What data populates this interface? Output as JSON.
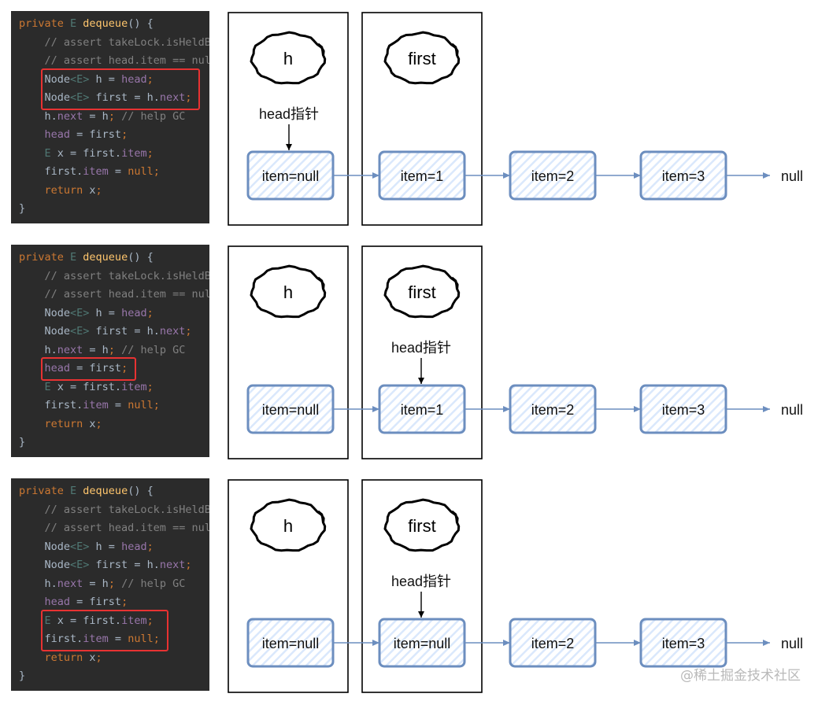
{
  "code": {
    "lines": [
      [
        [
          "kw",
          "private "
        ],
        [
          "generic",
          "E "
        ],
        [
          "fn",
          "dequeue"
        ],
        [
          "plain",
          "() {"
        ]
      ],
      [
        [
          "cmt",
          "    // assert takeLock.isHeldByCurrentThread();"
        ]
      ],
      [
        [
          "cmt",
          "    // assert head.item == null;"
        ]
      ],
      [
        [
          "plain",
          "    Node"
        ],
        [
          "generic",
          "<E>"
        ],
        [
          "plain",
          " h = "
        ],
        [
          "field",
          "head"
        ],
        [
          "kw",
          ";"
        ]
      ],
      [
        [
          "plain",
          "    Node"
        ],
        [
          "generic",
          "<E>"
        ],
        [
          "plain",
          " first = h."
        ],
        [
          "field",
          "next"
        ],
        [
          "kw",
          ";"
        ]
      ],
      [
        [
          "plain",
          "    h."
        ],
        [
          "field",
          "next"
        ],
        [
          "plain",
          " = h"
        ],
        [
          "kw",
          ";"
        ],
        [
          "cmt",
          " // help GC"
        ]
      ],
      [
        [
          "plain",
          "    "
        ],
        [
          "field",
          "head"
        ],
        [
          "plain",
          " = first"
        ],
        [
          "kw",
          ";"
        ]
      ],
      [
        [
          "plain",
          "    "
        ],
        [
          "generic",
          "E"
        ],
        [
          "plain",
          " x = first."
        ],
        [
          "field",
          "item"
        ],
        [
          "kw",
          ";"
        ]
      ],
      [
        [
          "plain",
          "    first."
        ],
        [
          "field",
          "item"
        ],
        [
          "plain",
          " = "
        ],
        [
          "kw",
          "null;"
        ]
      ],
      [
        [
          "kw",
          "    return "
        ],
        [
          "plain",
          "x"
        ],
        [
          "kw",
          ";"
        ]
      ],
      [
        [
          "plain",
          "}"
        ]
      ]
    ]
  },
  "panels": [
    {
      "highlight_lines": [
        3,
        4
      ],
      "var_labels": [
        "h",
        "first"
      ],
      "pointer_label": "head指针",
      "pointer_column": 0,
      "nodes": [
        "item=null",
        "item=1",
        "item=2",
        "item=3"
      ],
      "tail": "null"
    },
    {
      "highlight_lines": [
        6
      ],
      "var_labels": [
        "h",
        "first"
      ],
      "pointer_label": "head指针",
      "pointer_column": 1,
      "nodes": [
        "item=null",
        "item=1",
        "item=2",
        "item=3"
      ],
      "tail": "null"
    },
    {
      "highlight_lines": [
        7,
        8
      ],
      "var_labels": [
        "h",
        "first"
      ],
      "pointer_label": "head指针",
      "pointer_column": 1,
      "nodes": [
        "item=null",
        "item=null",
        "item=2",
        "item=3"
      ],
      "tail": "null"
    }
  ],
  "watermark": "@稀土掘金技术社区",
  "colors": {
    "node_border": "#6c8ebf",
    "node_fill": "#dae8fc",
    "arrow": "#6c8ebf",
    "highlight": "#e83232",
    "code_bg": "#2b2b2b"
  }
}
